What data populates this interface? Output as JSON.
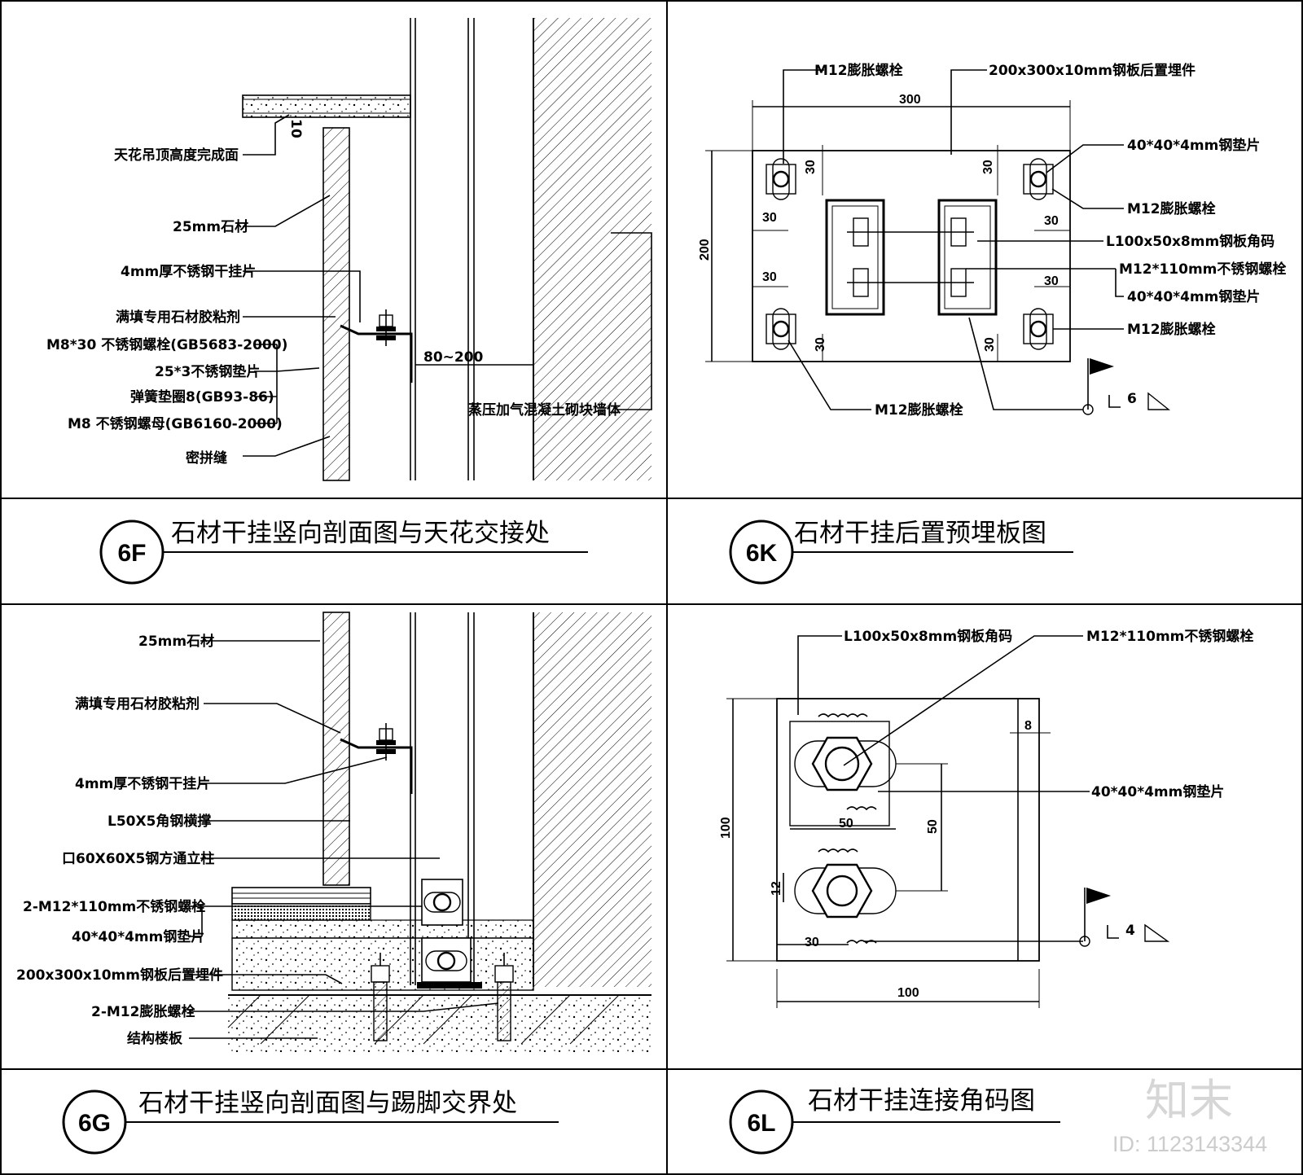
{
  "panels": {
    "p6F": {
      "code": "6F",
      "title": "石材干挂竖向剖面图与天花交接处",
      "labels": {
        "ceiling": "天花吊顶高度完成面",
        "stone": "25mm石材",
        "hanger": "4mm厚不锈钢干挂片",
        "glue": "满填专用石材胶粘剂",
        "bolt": "M8*30 不锈钢螺栓(GB5683-2000)",
        "washer": "25*3不锈钢垫片",
        "spring": "弹簧垫圈8(GB93-86)",
        "nut": "M8 不锈钢螺母(GB6160-2000)",
        "joint": "密拼缝",
        "wall": "蒸压加气混凝土砌块墙体",
        "dim_gap": "80~200",
        "dim_ceiling": "10"
      }
    },
    "p6K": {
      "code": "6K",
      "title": "石材干挂后置预埋板图",
      "labels": {
        "anchor_tl": "M12膨胀螺栓",
        "plate": "200x300x10mm钢板后置埋件",
        "pad_tr": "40*40*4mm钢垫片",
        "anchor_tr": "M12膨胀螺栓",
        "angle": "L100x50x8mm钢板角码",
        "ss_bolt": "M12*110mm不锈钢螺栓",
        "pad_mid": "40*40*4mm钢垫片",
        "anchor_br": "M12膨胀螺栓",
        "anchor_bottom": "M12膨胀螺栓",
        "dim_width": "300",
        "dim_height": "200",
        "dim_30": "30",
        "section_mark": "6"
      }
    },
    "p6G": {
      "code": "6G",
      "title": "石材干挂竖向剖面图与踢脚交界处",
      "labels": {
        "stone": "25mm石材",
        "glue": "满填专用石材胶粘剂",
        "hanger": "4mm厚不锈钢干挂片",
        "angle": "L50X5角钢横撑",
        "post": "口60X60X5钢方通立柱",
        "bolts": "2-M12*110mm不锈钢螺栓",
        "pads": "40*40*4mm钢垫片",
        "plate": "200x300x10mm钢板后置埋件",
        "anchors": "2-M12膨胀螺栓",
        "slab": "结构楼板"
      }
    },
    "p6L": {
      "code": "6L",
      "title": "石材干挂连接角码图",
      "labels": {
        "angle": "L100x50x8mm钢板角码",
        "bolt": "M12*110mm不锈钢螺栓",
        "pad": "40*40*4mm钢垫片",
        "dim_8": "8",
        "dim_50a": "50",
        "dim_50b": "50",
        "dim_100v": "100",
        "dim_100h": "100",
        "dim_12": "12",
        "dim_30": "30",
        "section_mark": "4"
      }
    }
  },
  "watermark": {
    "brand": "知末",
    "id": "ID: 1123143344"
  }
}
